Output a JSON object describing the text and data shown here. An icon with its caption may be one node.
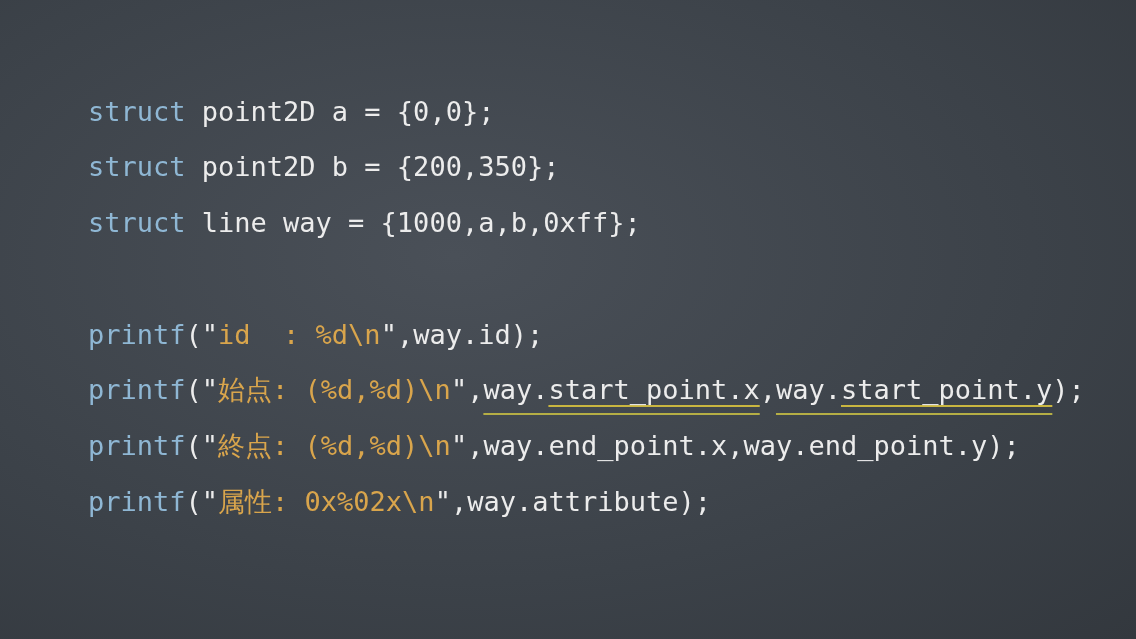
{
  "diagram": {
    "labels": [
      "struct point2D a = {0,0};",
      "struct point2D b = {200,350};",
      "struct line way = {1000,a,b,0xff};",
      "printf(\"id  : %d\\n\",way.id);",
      "printf(\"始点: (%d,%d)\\n\",way.start_point.x,way.start_point.y);",
      "printf(\"終点: (%d,%d)\\n\",way.end_point.x,way.end_point.y);",
      "printf(\"属性: 0x%02x\\n\",way.attribute);"
    ]
  }
}
